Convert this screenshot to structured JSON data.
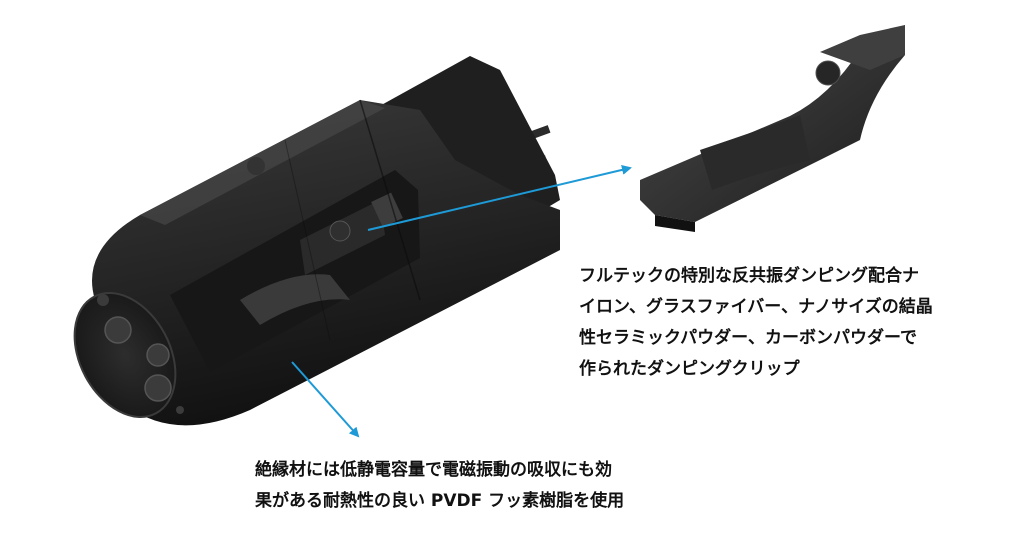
{
  "colors": {
    "body": "#262626",
    "body_dark": "#141414",
    "body_light": "#3a3a3a",
    "metal": "#c9c9c9",
    "arrow": "#1e9ad6",
    "text": "#111111"
  },
  "callouts": {
    "clip": {
      "lines": [
        "フルテックの特別な反共振ダンピング配合ナ",
        "イロン、グラスファイバー、ナノサイズの結晶",
        "性セラミックパウダー、カーボンパウダーで",
        "作られたダンピングクリップ"
      ]
    },
    "body": {
      "lines": [
        "絶縁材には低静電容量で電磁振動の吸収にも効",
        "果がある耐熱性の良い PVDF フッ素樹脂を使用"
      ]
    }
  }
}
